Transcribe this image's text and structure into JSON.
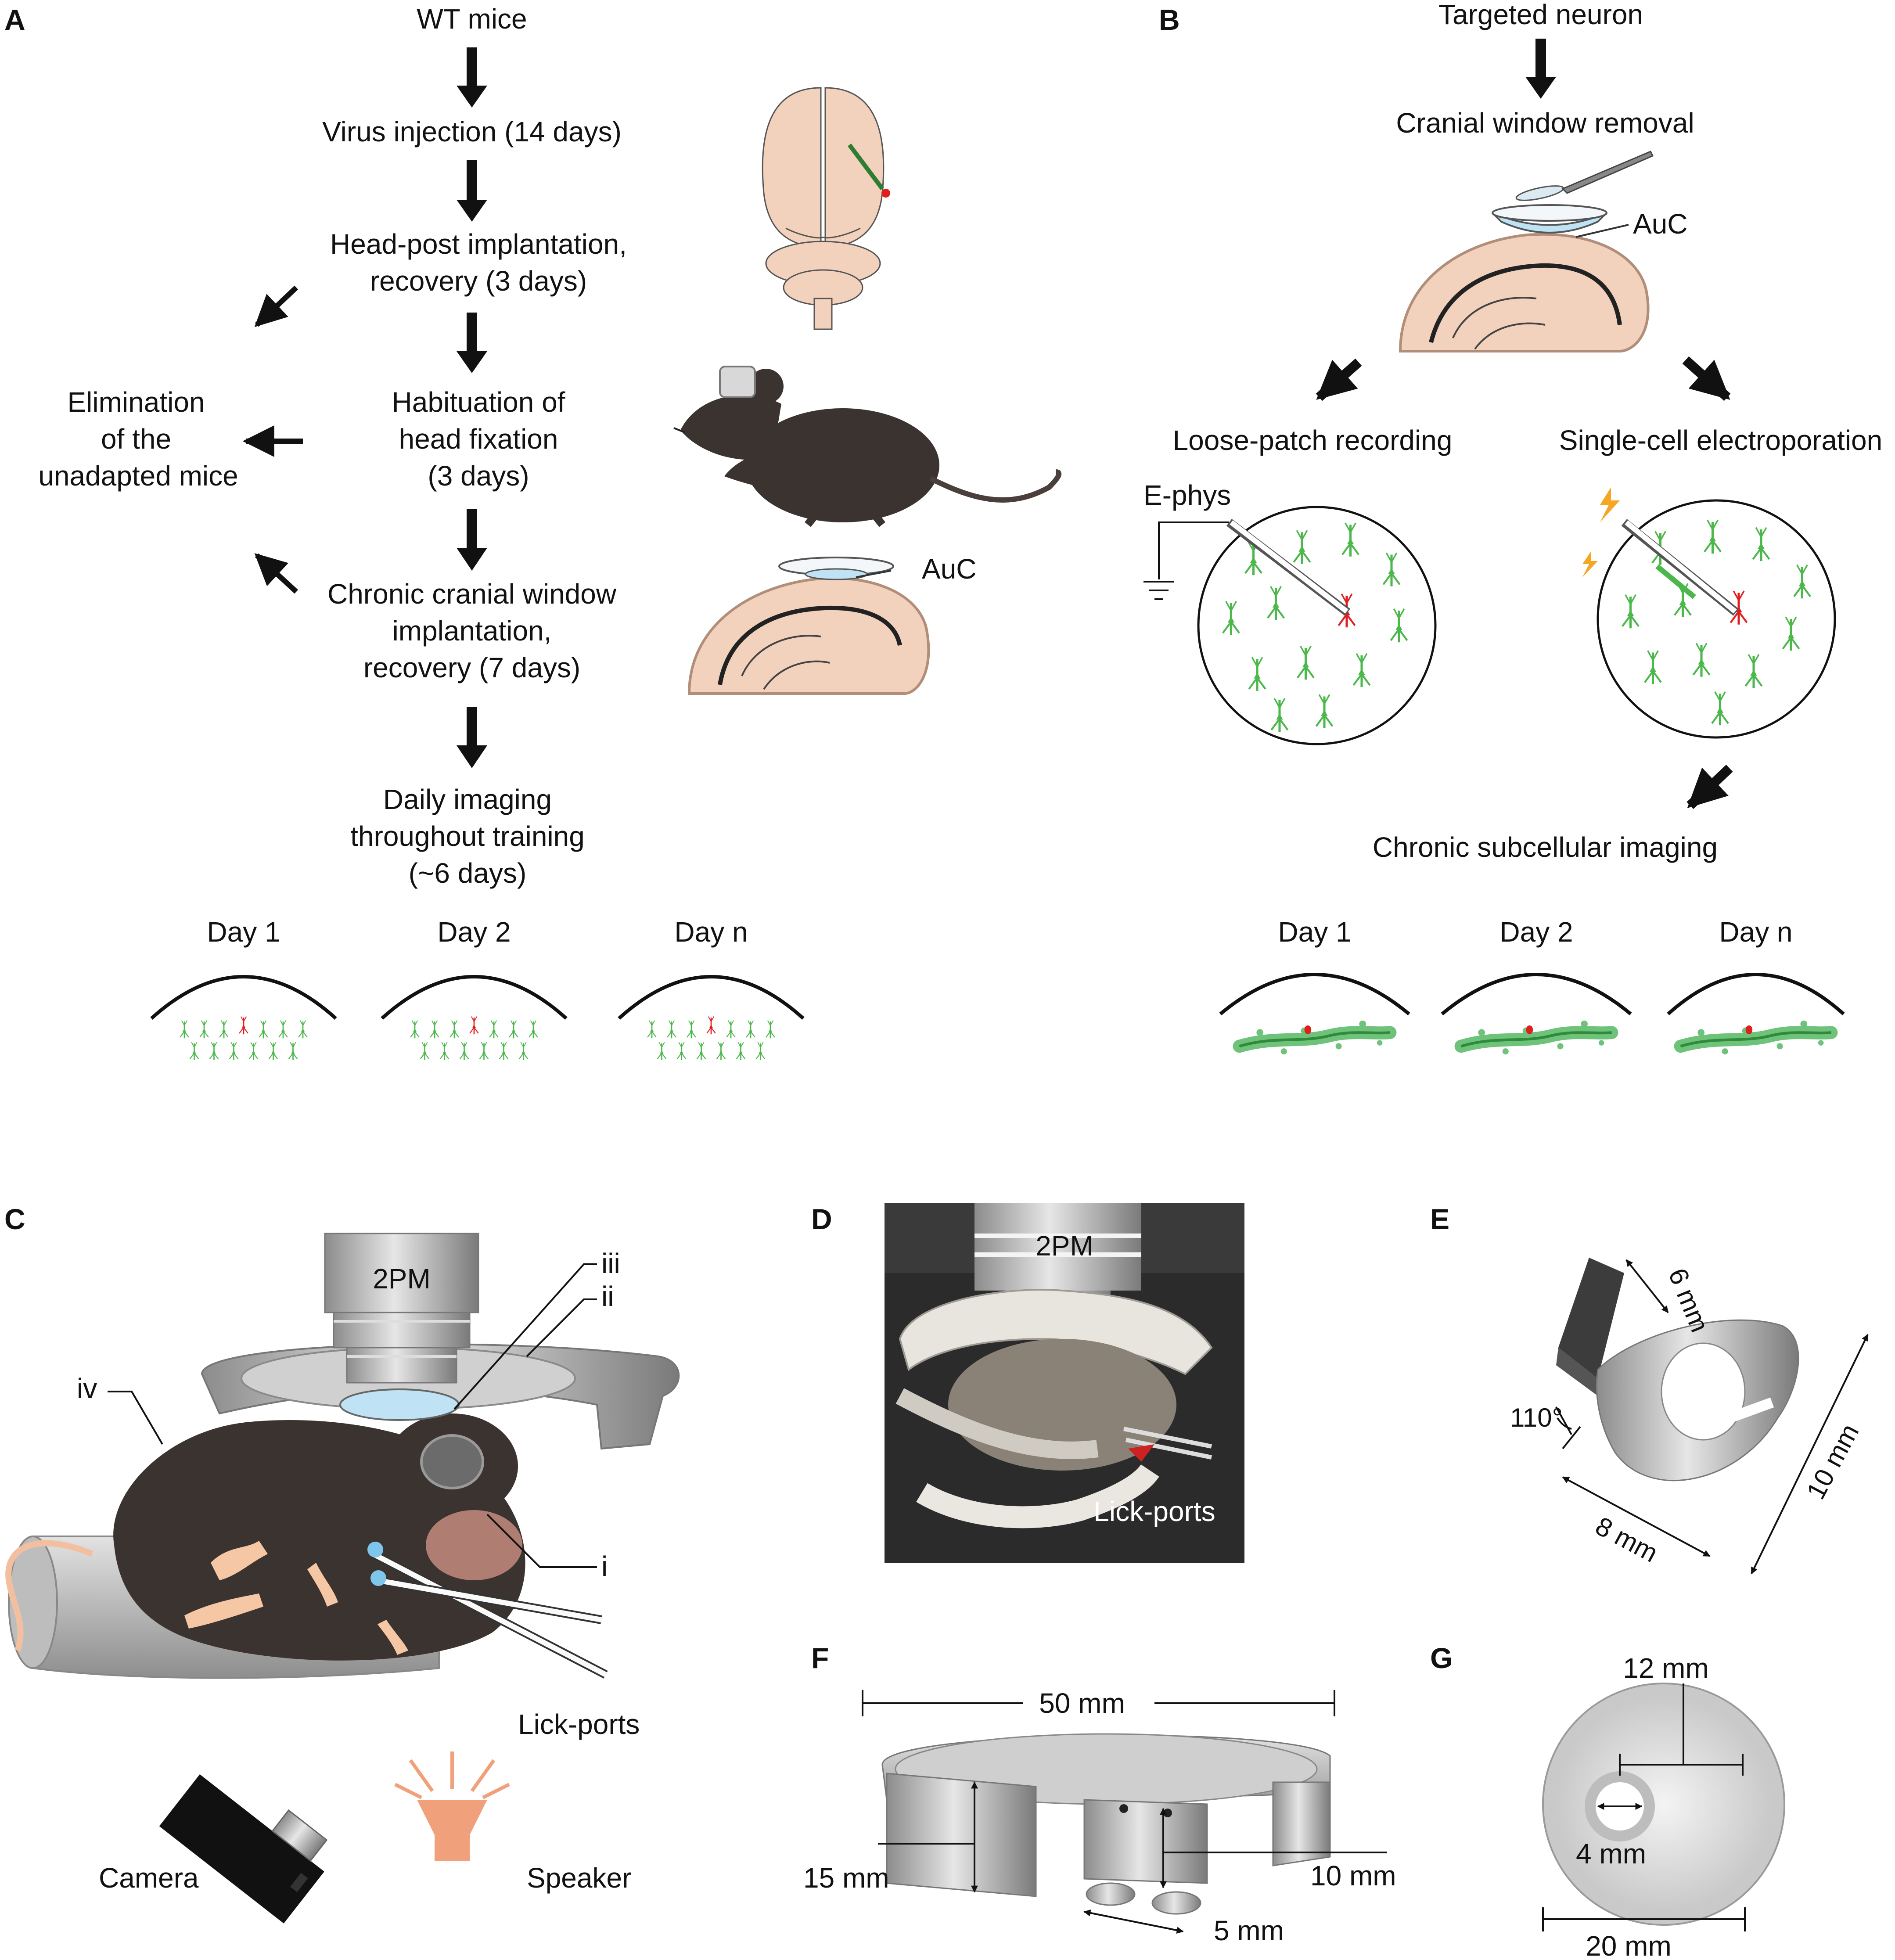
{
  "panels": {
    "A": "A",
    "B": "B",
    "C": "C",
    "D": "D",
    "E": "E",
    "F": "F",
    "G": "G"
  },
  "a": {
    "step1": "WT mice",
    "step2": "Virus injection (14 days)",
    "step3_l1": "Head-post implantation,",
    "step3_l2": "recovery  (3 days)",
    "step4_l1": "Habituation of",
    "step4_l2": "head fixation",
    "step4_l3": "(3 days)",
    "step5_l1": "Chronic cranial window",
    "step5_l2": "implantation,",
    "step5_l3": "recovery (7 days)",
    "step6_l1": "Daily imaging",
    "step6_l2": "throughout training",
    "step6_l3": "(~6 days)",
    "elim_l1": "Elimination",
    "elim_l2": "of the",
    "elim_l3": "unadapted mice",
    "auc": "AuC",
    "days": [
      "Day 1",
      "Day 2",
      "Day n"
    ]
  },
  "b": {
    "step1": "Targeted neuron",
    "step2": "Cranial window removal",
    "auc": "AuC",
    "loose": "Loose-patch recording",
    "single": "Single-cell electroporation",
    "ephys": "E-phys",
    "chronic": "Chronic subcellular imaging",
    "days": [
      "Day 1",
      "Day 2",
      "Day n"
    ]
  },
  "c": {
    "objective": "2PM",
    "iii": "iii",
    "ii": "ii",
    "iv": "iv",
    "i": "i",
    "lick": "Lick-ports",
    "camera": "Camera",
    "speaker": "Speaker"
  },
  "d": {
    "objective": "2PM",
    "lick": "Lick-ports"
  },
  "e": {
    "dim_6": "6 mm",
    "angle": "110°",
    "dim_10": "10 mm",
    "dim_8": "8 mm"
  },
  "f": {
    "dim_50": "50 mm",
    "dim_15": "15 mm",
    "dim_10": "10 mm",
    "dim_5": "5 mm"
  },
  "g": {
    "dim_12": "12 mm",
    "dim_4": "4 mm",
    "dim_20": "20 mm"
  },
  "colors": {
    "arrow": "#111111",
    "brain": "#f3d2bd",
    "neuron_green": "#4cb84c",
    "neuron_red": "#e02020",
    "window_blue": "#bfe3f5",
    "mouse": "#3b3330",
    "metal": "#b9b9b9",
    "lick_red": "#cc2222"
  }
}
